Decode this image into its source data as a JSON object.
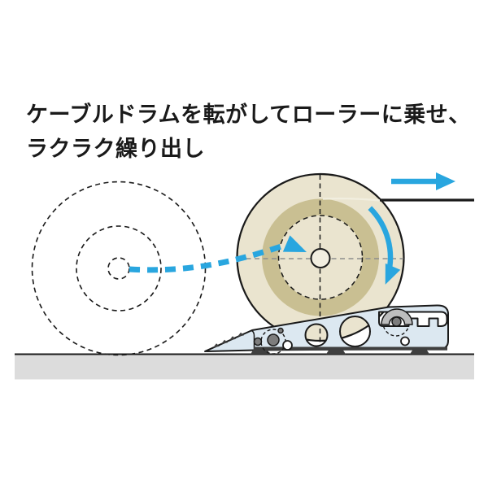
{
  "title": {
    "line1": "ケーブルドラムを転がしてローラーに乗せ、",
    "line2": "ラクラク繰り出し"
  },
  "colors": {
    "page_bg": "#ffffff",
    "text": "#1a1a1a",
    "outline": "#1a1a1a",
    "accent_blue": "#29a6df",
    "drum_face": "#eae4cf",
    "drum_ring": "#c9bf92",
    "drum_hub": "#f2eee0",
    "base_plate": "#dce8f1",
    "metal_gray": "#7d7d7d",
    "bracket_gray": "#bdbdbd",
    "foot_dark": "#3f3f3f",
    "ground_fill": "#dcdcdc",
    "cable_black": "#1a1a1a"
  },
  "icons": {
    "move_arrow": "dashed-curved-arrow-right",
    "rotation_arrow": "curved-arrow-clockwise",
    "payout_arrow": "straight-arrow-right"
  }
}
